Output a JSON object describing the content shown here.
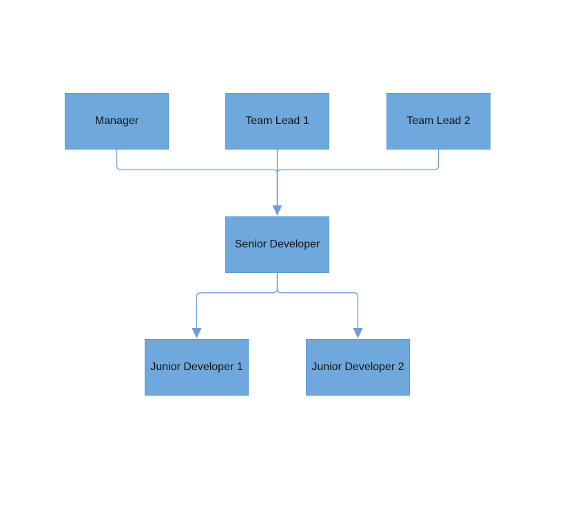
{
  "colors": {
    "node_fill": "#6fa8dc",
    "node_border": "#5b9bd5",
    "connector": "#6d9edb",
    "text": "#111111",
    "background": "#ffffff"
  },
  "nodes": {
    "manager": "Manager",
    "team_lead_1": "Team Lead 1",
    "team_lead_2": "Team Lead 2",
    "senior_developer": "Senior Developer",
    "junior_developer_1": "Junior Developer 1",
    "junior_developer_2": "Junior Developer 2"
  },
  "edges": [
    {
      "from": "manager",
      "to": "senior_developer"
    },
    {
      "from": "team_lead_1",
      "to": "senior_developer"
    },
    {
      "from": "team_lead_2",
      "to": "senior_developer"
    },
    {
      "from": "senior_developer",
      "to": "junior_developer_1"
    },
    {
      "from": "senior_developer",
      "to": "junior_developer_2"
    }
  ]
}
